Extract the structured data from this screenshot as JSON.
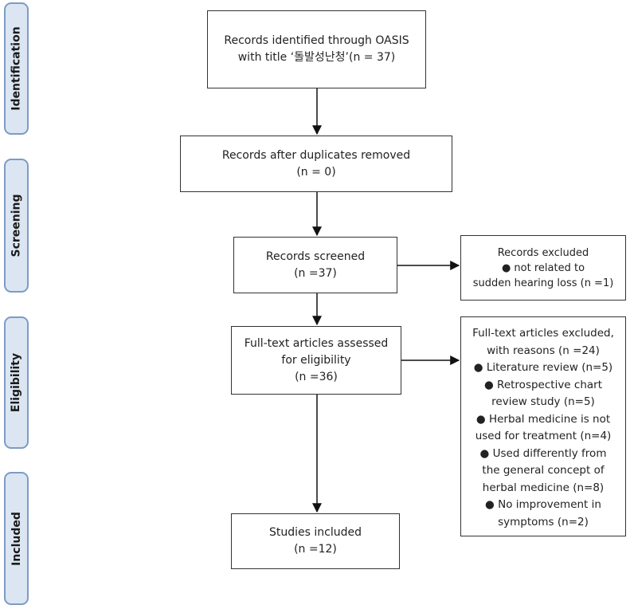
{
  "stages": [
    {
      "id": "identification",
      "label": "Identification"
    },
    {
      "id": "screening",
      "label": "Screening"
    },
    {
      "id": "eligibility",
      "label": "Eligibility"
    },
    {
      "id": "included",
      "label": "Included"
    }
  ],
  "boxes": {
    "identified": {
      "lines": [
        "Records identified through OASIS",
        "with title ‘돌발성난청’(n = 37)"
      ]
    },
    "duplicates": {
      "lines": [
        "Records after duplicates removed",
        "(n = 0)"
      ]
    },
    "screened": {
      "lines": [
        "Records screened",
        "(n =37)"
      ]
    },
    "excluded": {
      "lines": [
        "Records excluded",
        "● not related to",
        "sudden hearing loss (n =1)"
      ]
    },
    "fulltext": {
      "lines": [
        "Full-text articles assessed",
        "for eligibility",
        "(n =36)"
      ]
    },
    "fulltext_excluded": {
      "lines": [
        "Full-text articles excluded,",
        "with reasons (n =24)",
        "● Literature review (n=5)",
        "● Retrospective chart",
        "review study (n=5)",
        "● Herbal medicine is not",
        "used for treatment (n=4)",
        "● Used differently from",
        "the general concept of",
        "herbal medicine (n=8)",
        "● No improvement in",
        "symptoms (n=2)"
      ]
    },
    "included": {
      "lines": [
        "Studies included",
        "(n =12)"
      ]
    }
  }
}
